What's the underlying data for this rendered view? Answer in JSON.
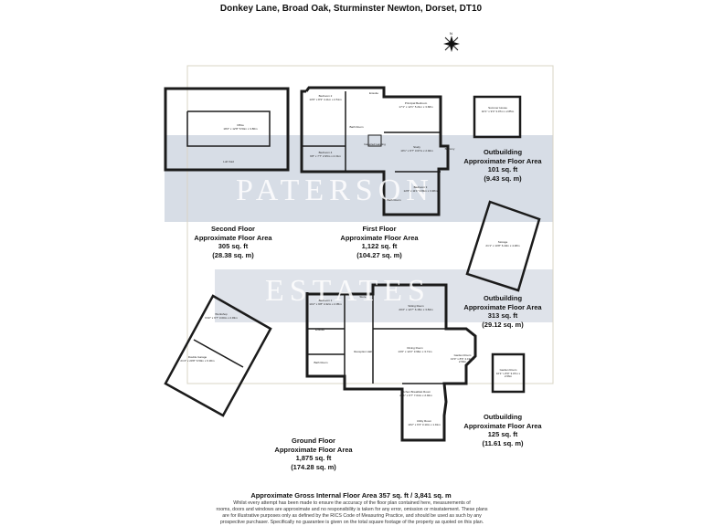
{
  "title": "Donkey Lane, Broad Oak, Sturminster Newton, Dorset, DT10",
  "watermark": {
    "line1": "PATERSON",
    "line2": "ESTATES"
  },
  "areas": {
    "second_floor": {
      "name": "Second Floor",
      "caption": "Approximate Floor Area",
      "sqft": "305 sq. ft",
      "sqm": "(28.38 sq. m)"
    },
    "first_floor": {
      "name": "First Floor",
      "caption": "Approximate Floor Area",
      "sqft": "1,122 sq. ft",
      "sqm": "(104.27 sq. m)"
    },
    "ground_floor": {
      "name": "Ground Floor",
      "caption": "Approximate Floor Area",
      "sqft": "1,875 sq. ft",
      "sqm": "(174.28 sq. m)"
    },
    "outbuilding_summer": {
      "name": "Outbuilding",
      "caption": "Approximate Floor Area",
      "sqft": "101 sq. ft",
      "sqm": "(9.43 sq. m)"
    },
    "outbuilding_storage": {
      "name": "Outbuilding",
      "caption": "Approximate Floor Area",
      "sqft": "313 sq. ft",
      "sqm": "(29.12 sq. m)"
    },
    "outbuilding_garden": {
      "name": "Outbuilding",
      "caption": "Approximate Floor Area",
      "sqft": "125 sq. ft",
      "sqm": "(11.61 sq. m)"
    }
  },
  "rooms": {
    "office": {
      "name": "Office",
      "dims": "18'2\" x 12'8\" 5.54m x 3.86m"
    },
    "loft_void": {
      "name": "Loft Void"
    },
    "bedroom2": {
      "name": "Bedroom 2",
      "dims": "13'6\" x 8'3\" 4.11m x 2.51m"
    },
    "bedroom4": {
      "name": "Bedroom 4",
      "dims": "9'8\" x 7'7\" 2.95m x 2.31m"
    },
    "bath_fs": {
      "name": "Bath Room"
    },
    "ensuite_fs": {
      "name": "Ensuite"
    },
    "principal": {
      "name": "Principal Bedroom",
      "dims": "17'1\" x 12'1\" 5.21m x 3.68m"
    },
    "galleried": {
      "name": "Galleried Landing"
    },
    "study": {
      "name": "Study",
      "dims": "10'1\" x 9'7\" 3.07m x 2.92m"
    },
    "balcony": {
      "name": "Balcony"
    },
    "bedroom3": {
      "name": "Bedroom 3",
      "dims": "12'6\" x 11'1\" 3.81m x 3.38m"
    },
    "bath2": {
      "name": "Bath Room"
    },
    "summer_house": {
      "name": "Summer House",
      "dims": "10'1\" x 9'4\" 3.07m x 2.85m"
    },
    "storage": {
      "name": "Storage",
      "dims": "21'1\" x 14'8\" 6.43m x 4.48m"
    },
    "bedroom1": {
      "name": "Bedroom 1",
      "dims": "14'2\" x 9'8\" 4.32m x 2.95m"
    },
    "store": {
      "name": "Store"
    },
    "sitting_room": {
      "name": "Sitting Room",
      "dims": "20'2\" x 12'7\" 6.15m x 3.84m"
    },
    "ensuite_gf": {
      "name": "Ensuite"
    },
    "workshop": {
      "name": "Workshop",
      "dims": "9'10\" x 9'7\" 3.00m x 2.93m"
    },
    "double_garage": {
      "name": "Double Garage",
      "dims": "21'4\" x 20'8\" 6.50m x 6.30m"
    },
    "reception_hall": {
      "name": "Reception Hall"
    },
    "dining_room": {
      "name": "Dining Room",
      "dims": "13'0\" x 12'2\" 3.96m x 3.71m"
    },
    "garden_room": {
      "name": "Garden Room",
      "dims": "13'9\" x 8'6\" 4.19m x 2.59m"
    },
    "bath_gf": {
      "name": "Bath Room"
    },
    "kitchen": {
      "name": "Kitchen Breakfast Room",
      "dims": "23'1\" x 9'7\" 7.04m x 2.92m"
    },
    "utility": {
      "name": "Utility Room",
      "dims": "10'2\" x 6'3\" 3.10m x 1.91m"
    },
    "garden_room_out": {
      "name": "Garden Room",
      "dims": "10'1\" x 8'9\" 3.07m x 2.66m"
    }
  },
  "gross": "Approximate Gross Internal Floor Area 357 sq. ft / 3,841 sq. m",
  "disclaimer": [
    "Whilst every attempt has been made to ensure the accuracy of the floor plan contained here, measurements of",
    "rooms, doors and windows are approximate and no responsibility is taken for any error, omission or misstatement. These plans",
    "are for illustrative purposes only as defined by the RICS Code of Measuring Practice, and should be used as such by any",
    "prospective purchaser. Specifically no guarantee is given on the total square footage of the property as quoted on this plan."
  ],
  "colors": {
    "wall": "#1b1b1b",
    "watermark_box": "#d7dde6",
    "frame": "#d8d4c6"
  }
}
